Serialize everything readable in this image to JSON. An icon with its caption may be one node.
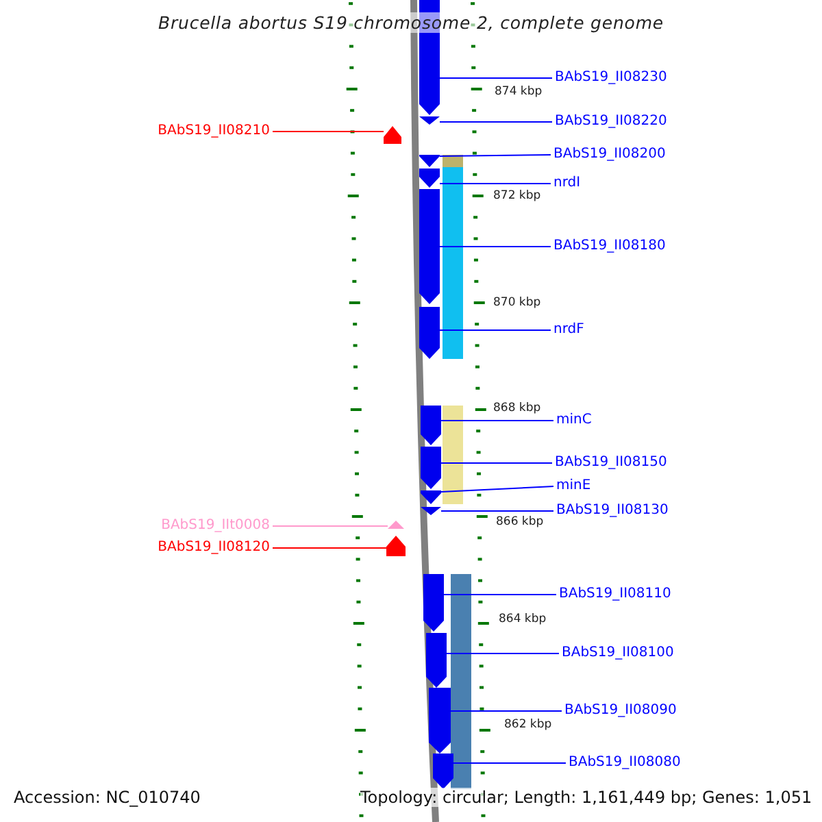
{
  "diagram": {
    "title": "Brucella abortus S19 chromosome 2, complete genome",
    "nodes": [
      {
        "text": [
          "BAbS19_II08230"
        ]
      },
      {
        "text": [
          "BAbS19_II08220"
        ]
      },
      {
        "text": [
          "BAbS19_II08210"
        ]
      },
      {
        "text": [
          "BAbS19_II08200"
        ]
      },
      {
        "text": [
          "nrdI"
        ]
      },
      {
        "text": [
          "BAbS19_II08180"
        ]
      },
      {
        "text": [
          "nrdF"
        ]
      },
      {
        "text": [
          "minC"
        ]
      },
      {
        "text": [
          "BAbS19_II08150"
        ]
      },
      {
        "text": [
          "minE"
        ]
      },
      {
        "text": [
          "BAbS19_II08130"
        ]
      },
      {
        "text": [
          "BAbS19_IIt0008"
        ]
      },
      {
        "text": [
          "BAbS19_II08120"
        ]
      },
      {
        "text": [
          "BAbS19_II08110"
        ]
      },
      {
        "text": [
          "BAbS19_II08100"
        ]
      },
      {
        "text": [
          "BAbS19_II08090"
        ]
      },
      {
        "text": [
          "BAbS19_II08080"
        ]
      },
      {
        "text": [],
        "shape": "bar"
      },
      {
        "text": [],
        "shape": "bar"
      },
      {
        "text": [],
        "shape": "bar"
      },
      {
        "text": [],
        "shape": "bar"
      },
      {
        "text": [],
        "shape": "bar"
      },
      {
        "text": [],
        "shape": "bar"
      },
      {
        "text": [],
        "shape": "bar"
      },
      {
        "text": [],
        "shape": "bar"
      },
      {
        "text": [],
        "shape": "bar"
      },
      {
        "text": [],
        "shape": "bar"
      },
      {
        "text": [],
        "shape": "bar"
      },
      {
        "text": [],
        "shape": "bar"
      },
      {
        "text": [],
        "shape": "bar"
      },
      {
        "text": [],
        "shape": "bar"
      },
      {
        "text": [],
        "shape": "bar"
      },
      {
        "text": [],
        "shape": "bar"
      },
      {
        "text": [],
        "shape": "bar"
      }
    ],
    "edges": [
      {
        "from": 0,
        "to": 17,
        "arrow": "none"
      },
      {
        "from": 1,
        "to": 18,
        "arrow": "none"
      },
      {
        "from": 2,
        "to": 19,
        "arrow": "none",
        "color": "#ff0000"
      },
      {
        "from": 3,
        "to": 20,
        "arrow": "none"
      },
      {
        "from": 4,
        "to": 21,
        "arrow": "none"
      },
      {
        "from": 5,
        "to": 22,
        "arrow": "none"
      },
      {
        "from": 6,
        "to": 23,
        "arrow": "none"
      },
      {
        "from": 7,
        "to": 24,
        "arrow": "none"
      },
      {
        "from": 8,
        "to": 25,
        "arrow": "none"
      },
      {
        "from": 9,
        "to": 26,
        "arrow": "none"
      },
      {
        "from": 10,
        "to": 27,
        "arrow": "none"
      },
      {
        "from": 11,
        "to": 28,
        "arrow": "none",
        "color": "#ff99cc"
      },
      {
        "from": 12,
        "to": 29,
        "arrow": "none",
        "color": "#ff0000"
      },
      {
        "from": 13,
        "to": 30,
        "arrow": "none"
      },
      {
        "from": 14,
        "to": 31,
        "arrow": "none"
      },
      {
        "from": 15,
        "to": 32,
        "arrow": "none"
      },
      {
        "from": 16,
        "to": 33,
        "arrow": "none"
      }
    ],
    "labels": [
      "874 kbp",
      "872 kbp",
      "870 kbp",
      "868 kbp",
      "866 kbp",
      "864 kbp",
      "862 kbp",
      "Accession: NC_010740",
      "Topology: circular; Length: 1,161,449 bp; Genes: 1,051"
    ]
  }
}
